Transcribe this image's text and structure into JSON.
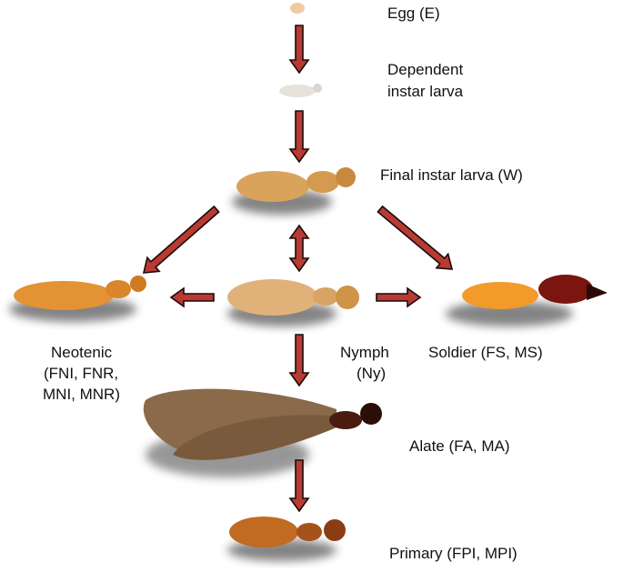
{
  "title": "Termite caste development",
  "colors": {
    "arrow": "#b83a33",
    "arrow_outline": "#1a0a08"
  },
  "stages": {
    "egg": "Egg (E)",
    "dependent_line1": "Dependent",
    "dependent_line2": "instar larva",
    "final_larva": "Final instar larva (W)",
    "neotenic_line1": "Neotenic",
    "neotenic_line2": "(FNI, FNR,",
    "neotenic_line3": "MNI, MNR)",
    "nymph_line1": "Nymph",
    "nymph_line2": "(Ny)",
    "soldier": "Soldier (FS, MS)",
    "alate": "Alate (FA, MA)",
    "primary": "Primary (FPI, MPI)"
  }
}
